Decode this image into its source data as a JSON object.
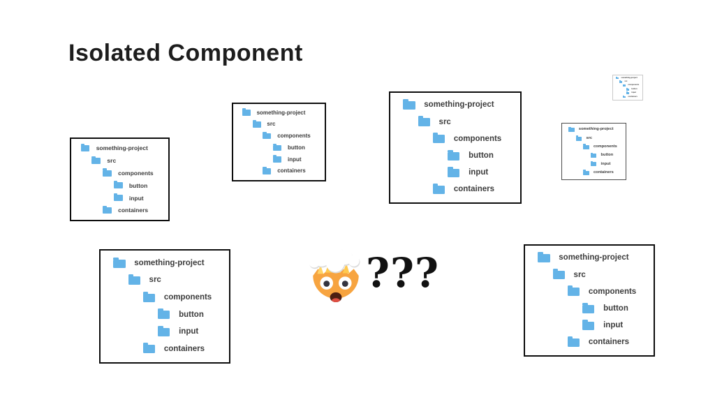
{
  "slide": {
    "title": "Isolated Component",
    "question_text": "???"
  },
  "file_tree": {
    "rows": [
      {
        "label": "something-project",
        "level": 0
      },
      {
        "label": "src",
        "level": 1
      },
      {
        "label": "components",
        "level": 2
      },
      {
        "label": "button",
        "level": 3
      },
      {
        "label": "input",
        "level": 3
      },
      {
        "label": "containers",
        "level": 2
      }
    ]
  },
  "emoji": {
    "label": "exploding-head",
    "face_color": "#f7a440"
  },
  "colors": {
    "folder": "#63b3e7",
    "tree_text": "#3c3c3c",
    "title_text": "#1d1d1d",
    "question_text_color": "#111111",
    "box_border_dark": "#0d0d0d",
    "box_border_mid": "#4a4a4a",
    "box_border_light": "#c9c9c9"
  }
}
